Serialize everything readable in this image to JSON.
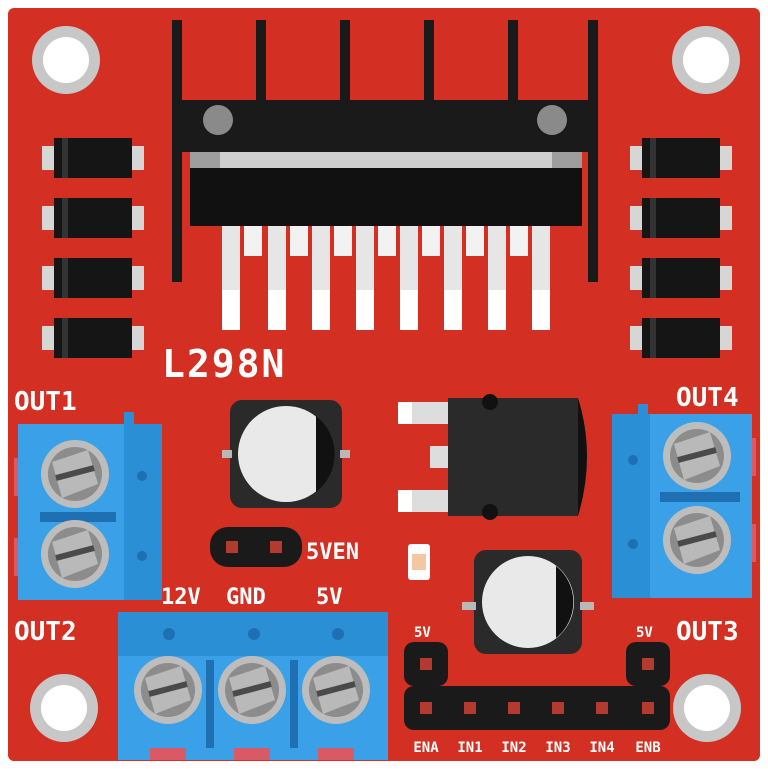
{
  "board": {
    "chip_label": "L298N",
    "colors": {
      "pcb": "#d32f22",
      "terminal_blue": "#3aa0e8",
      "terminal_dark": "#1f6fb3",
      "heatsink": "#1a1a1a",
      "silkscreen": "#ffffff",
      "pin_pad": "#b23b2e"
    }
  },
  "outputs": {
    "out1": "OUT1",
    "out2": "OUT2",
    "out3": "OUT3",
    "out4": "OUT4"
  },
  "power": {
    "v12": "12V",
    "gnd": "GND",
    "v5": "5V",
    "jumper_label": "5VEN"
  },
  "header": {
    "v5_left": "5V",
    "v5_right": "5V",
    "pins": [
      "ENA",
      "IN1",
      "IN2",
      "IN3",
      "IN4",
      "ENB"
    ]
  }
}
